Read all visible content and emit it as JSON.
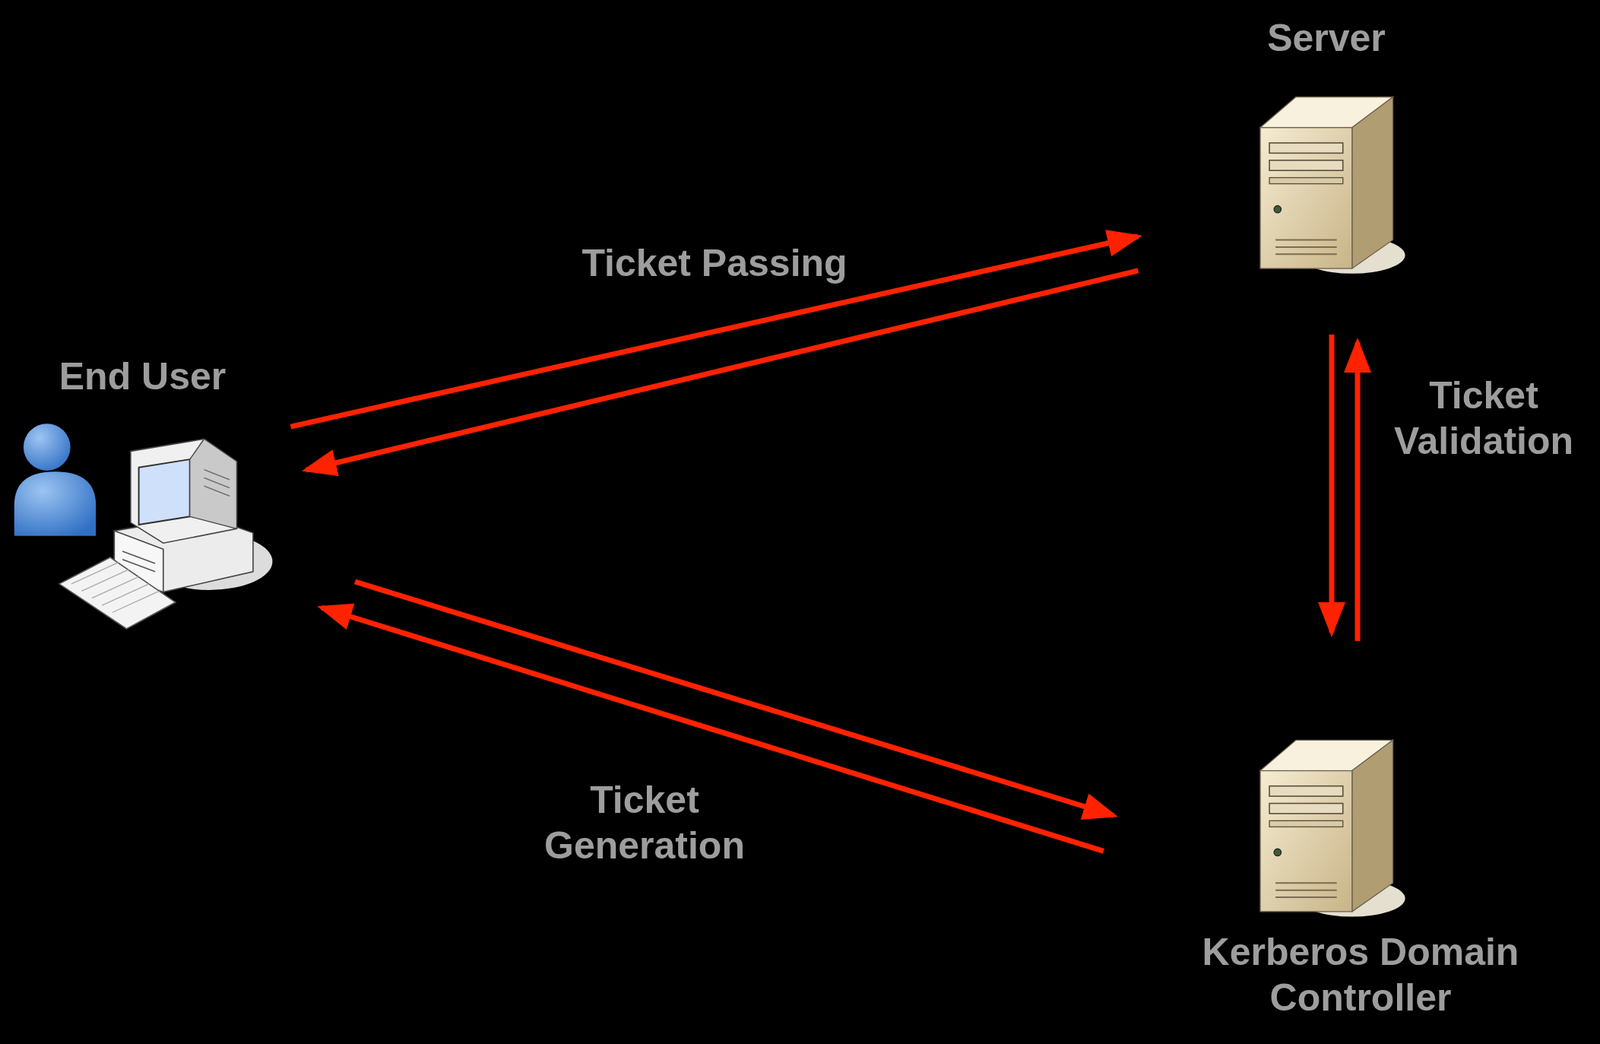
{
  "diagram": {
    "nodes": [
      {
        "text": [
          "End User"
        ]
      },
      {
        "text": [
          "Server"
        ]
      },
      {
        "text": [
          "Kerberos Domain Controller"
        ]
      }
    ],
    "edges": [
      {
        "from": 0,
        "to": 1,
        "label": "Ticket Passing",
        "arrow": "to"
      },
      {
        "from": 1,
        "to": 0,
        "arrow": "to"
      },
      {
        "from": 1,
        "to": 2,
        "label": "Ticket Validation",
        "arrow": "to"
      },
      {
        "from": 2,
        "to": 1,
        "arrow": "to"
      },
      {
        "from": 0,
        "to": 2,
        "label": "Ticket Generation",
        "arrow": "to"
      },
      {
        "from": 2,
        "to": 0,
        "arrow": "to"
      }
    ]
  }
}
